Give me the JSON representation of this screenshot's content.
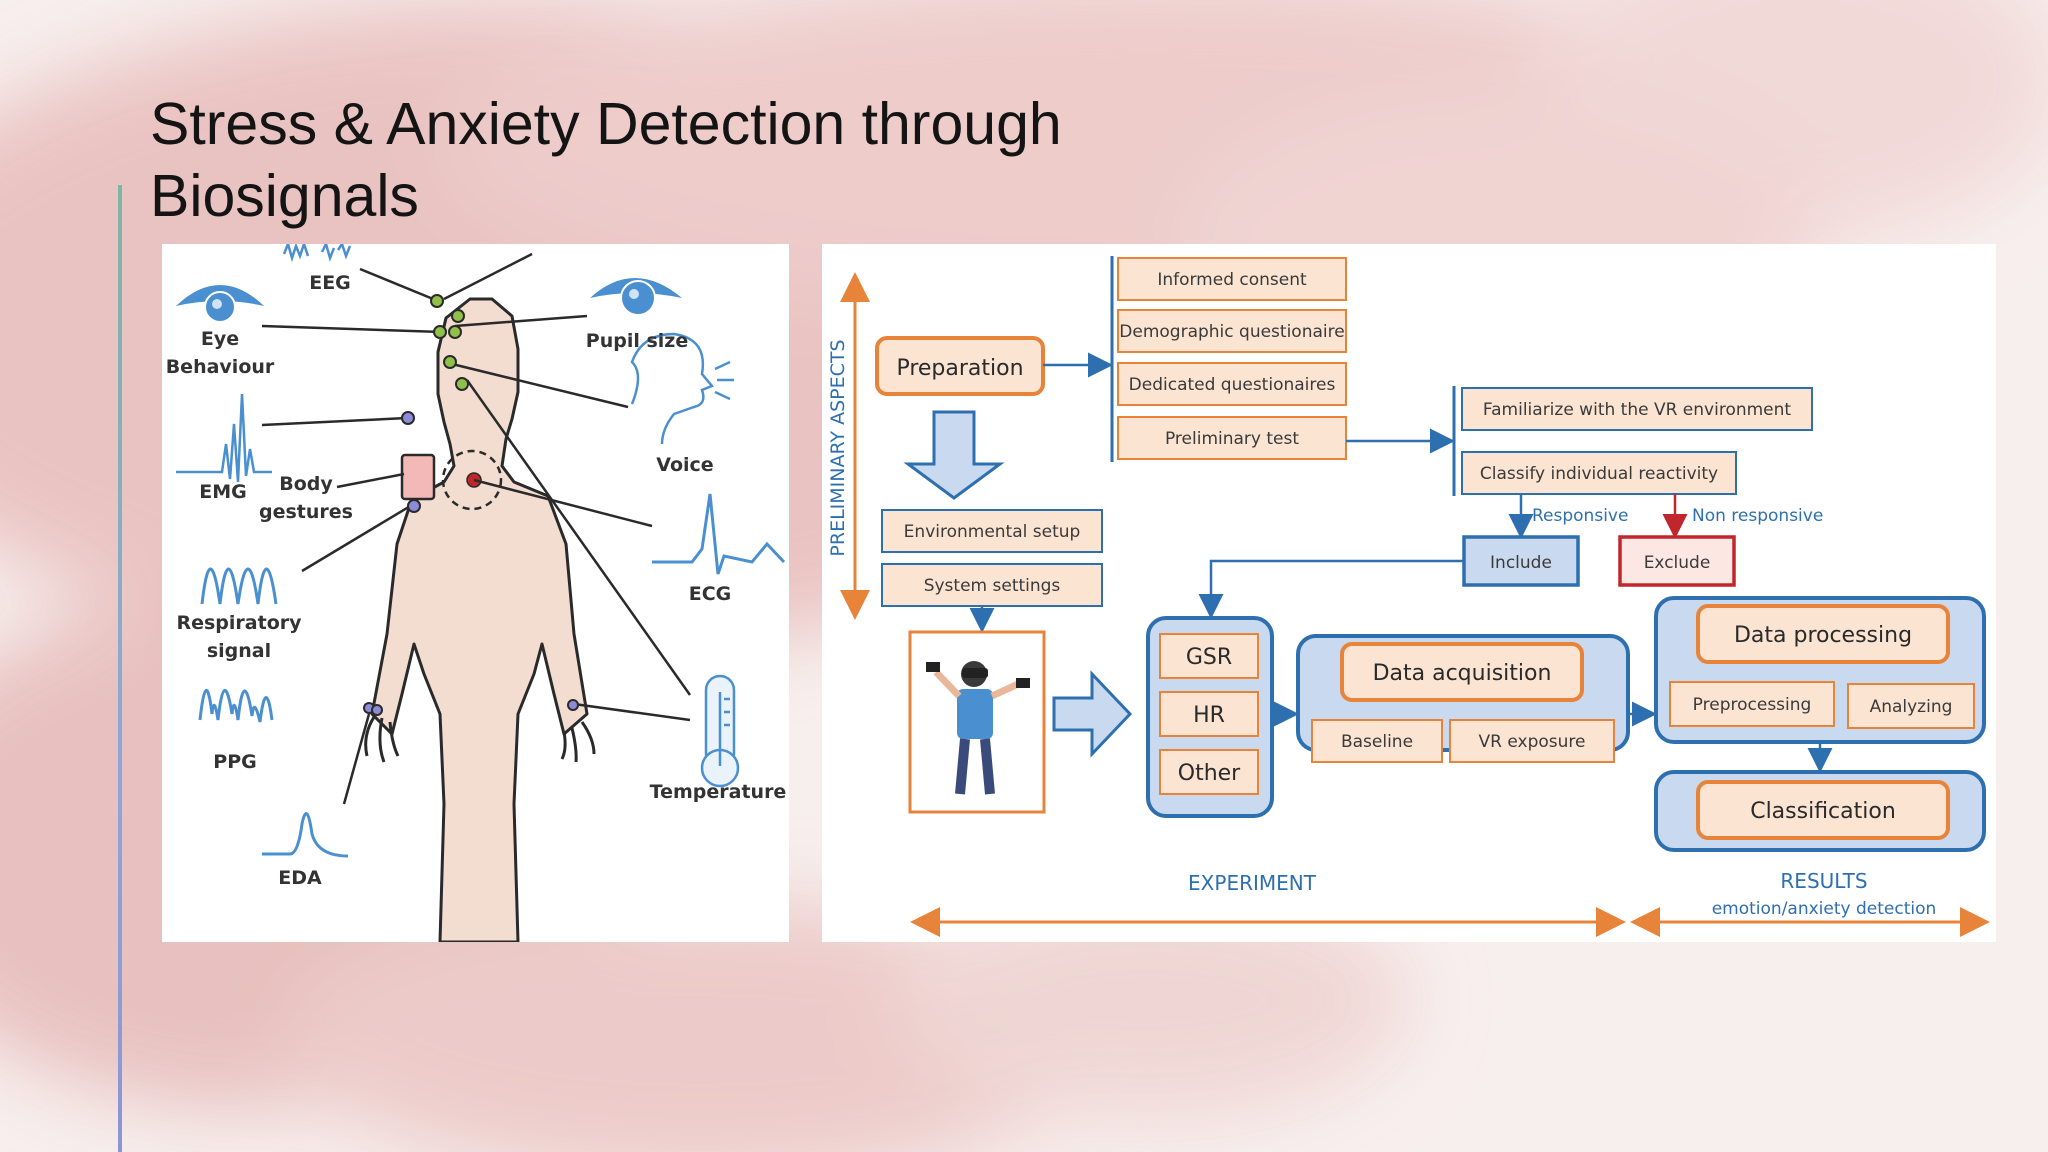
{
  "slide": {
    "title_line1": "Stress & Anxiety Detection through",
    "title_line2": "Biosignals"
  },
  "body_diagram": {
    "labels": {
      "eeg": "EEG",
      "eye_line1": "Eye",
      "eye_line2": "Behaviour",
      "pupil": "Pupil size",
      "voice": "Voice",
      "emg": "EMG",
      "body_line1": "Body",
      "body_line2": "gestures",
      "ecg": "ECG",
      "resp_line1": "Respiratory",
      "resp_line2": "signal",
      "ppg": "PPG",
      "temperature": "Temperature",
      "eda": "EDA"
    }
  },
  "flow_diagram": {
    "preliminary_aspects": "PRELIMINARY ASPECTS",
    "preparation": "Preparation",
    "prep_items": [
      "Informed consent",
      "Demographic questionaire",
      "Dedicated questionaires",
      "Preliminary test"
    ],
    "familiarize": "Familiarize with the VR environment",
    "classify": "Classify individual reactivity",
    "responsive": "Responsive",
    "non_responsive": "Non responsive",
    "include": "Include",
    "exclude": "Exclude",
    "environmental_setup": "Environmental setup",
    "system_settings": "System settings",
    "signals": [
      "GSR",
      "HR",
      "Other"
    ],
    "data_acquisition": "Data acquisition",
    "baseline": "Baseline",
    "vr_exposure": "VR exposure",
    "data_processing": "Data processing",
    "preprocessing": "Preprocessing",
    "analyzing": "Analyzing",
    "classification": "Classification",
    "experiment": "EXPERIMENT",
    "results": "RESULTS",
    "results_sub": "emotion/anxiety detection"
  },
  "colors": {
    "orange": "#e8833a",
    "orange_fill": "#fbe4d2",
    "blue": "#2e6fb0",
    "blue_fill": "#c9d9ef",
    "red": "#c0272d",
    "body_skin": "#f3ddd0",
    "signal_blue": "#4a90d0"
  }
}
